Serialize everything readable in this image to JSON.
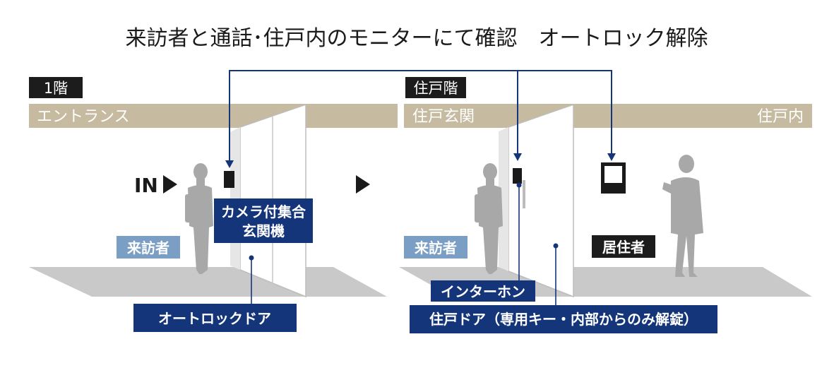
{
  "title": "来訪者と通話･住戸内のモニターにて確認　オートロック解除",
  "floors": {
    "first": "1階",
    "unit": "住戸階"
  },
  "zones": {
    "entrance": "エントランス",
    "unit_entrance": "住戸玄関",
    "unit_inside": "住戸内"
  },
  "in_label": "IN",
  "labels": {
    "visitor_1": "来訪者",
    "visitor_2": "来訪者",
    "resident": "居住者",
    "camera_panel_line1": "カメラ付集合",
    "camera_panel_line2": "玄関機",
    "autolock_door": "オートロックドア",
    "intercom": "インターホン",
    "unit_door": "住戸ドア（専用キー・内部からのみ解錠）"
  },
  "colors": {
    "band": "#c6bba0",
    "floor": "#c9c9c9",
    "navy": "#15357a",
    "light_blue": "#7a9ec4",
    "black_tag": "#1c1c1c",
    "silhouette": "#a8a8a8"
  }
}
